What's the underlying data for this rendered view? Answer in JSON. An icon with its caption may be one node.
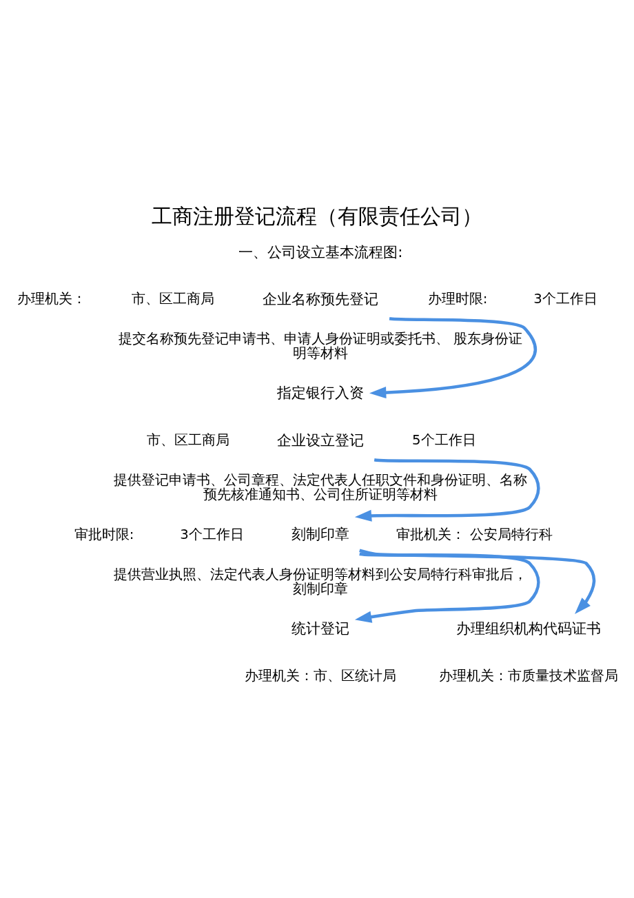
{
  "diagram": {
    "title": "工商注册登记流程（有限责任公司）",
    "nodes": [
      {
        "text": [
          "企业名称预先登记"
        ],
        "beside": [
          "办理机关：",
          "市、区工商局",
          "办理时限:",
          "3个工作日",
          "提交名称预先登记申请书、申请人身份证明或委托书、 股东身份证明等材料"
        ]
      },
      {
        "text": [
          "指定银行入资"
        ]
      },
      {
        "text": [
          "企业设立登记"
        ],
        "beside": [
          "市、区工商局",
          "5个工作日",
          "提供登记申请书、公司章程、法定代表人任职文件和身份证明、名称预先核准通知书、公司住所证明等材料"
        ]
      },
      {
        "text": [
          "刻制印章"
        ],
        "beside": [
          "审批时限:",
          "3个工作日",
          "审批机关： 公安局特行科",
          "提供营业执照、法定代表人身份证明等材料到公安局特行科审批后，刻制印章"
        ]
      },
      {
        "text": [
          "统计登记"
        ],
        "beside": [
          "办理机关：市、区统计局"
        ]
      },
      {
        "text": [
          "办理组织机构代码证书"
        ],
        "beside": [
          "办理机关：市质量技术监督局"
        ]
      }
    ],
    "edges": [
      {
        "from": 0,
        "to": 1,
        "arrow": "to"
      },
      {
        "from": 2,
        "to": 3,
        "arrow": "to"
      },
      {
        "from": 3,
        "to": 4,
        "arrow": "to"
      },
      {
        "from": 3,
        "to": 5,
        "arrow": "to"
      }
    ],
    "labels": [
      "一、公司设立基本流程图:"
    ]
  }
}
